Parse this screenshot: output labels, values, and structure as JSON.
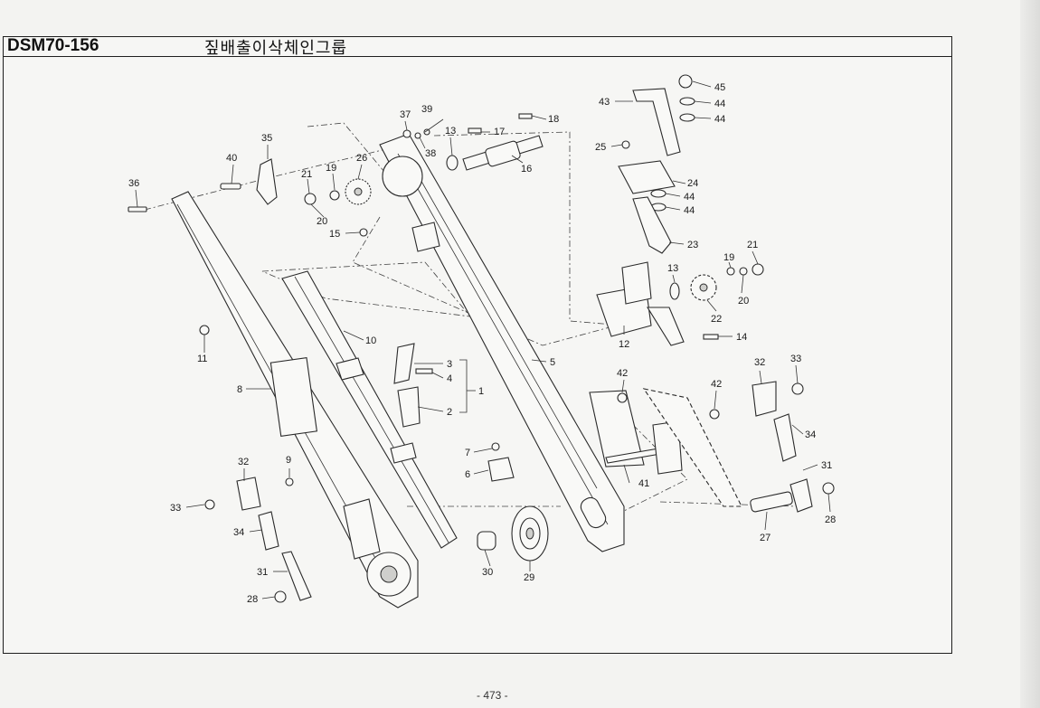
{
  "header": {
    "model_code": "DSM70-156",
    "group_title": "짚배출이삭체인그룹"
  },
  "footer": {
    "page_number": "- 473 -"
  },
  "callouts": [
    {
      "id": "c1",
      "label": "1"
    },
    {
      "id": "c2",
      "label": "2"
    },
    {
      "id": "c3",
      "label": "3"
    },
    {
      "id": "c4",
      "label": "4"
    },
    {
      "id": "c5",
      "label": "5"
    },
    {
      "id": "c6",
      "label": "6"
    },
    {
      "id": "c7",
      "label": "7"
    },
    {
      "id": "c8",
      "label": "8"
    },
    {
      "id": "c9",
      "label": "9"
    },
    {
      "id": "c10",
      "label": "10"
    },
    {
      "id": "c11",
      "label": "11"
    },
    {
      "id": "c12",
      "label": "12"
    },
    {
      "id": "c13a",
      "label": "13"
    },
    {
      "id": "c13b",
      "label": "13"
    },
    {
      "id": "c14",
      "label": "14"
    },
    {
      "id": "c15",
      "label": "15"
    },
    {
      "id": "c16",
      "label": "16"
    },
    {
      "id": "c17",
      "label": "17"
    },
    {
      "id": "c18",
      "label": "18"
    },
    {
      "id": "c19a",
      "label": "19"
    },
    {
      "id": "c19b",
      "label": "19"
    },
    {
      "id": "c20a",
      "label": "20"
    },
    {
      "id": "c20b",
      "label": "20"
    },
    {
      "id": "c21a",
      "label": "21"
    },
    {
      "id": "c21b",
      "label": "21"
    },
    {
      "id": "c22",
      "label": "22"
    },
    {
      "id": "c23",
      "label": "23"
    },
    {
      "id": "c24",
      "label": "24"
    },
    {
      "id": "c25",
      "label": "25"
    },
    {
      "id": "c26",
      "label": "26"
    },
    {
      "id": "c27",
      "label": "27"
    },
    {
      "id": "c28a",
      "label": "28"
    },
    {
      "id": "c28b",
      "label": "28"
    },
    {
      "id": "c29",
      "label": "29"
    },
    {
      "id": "c30",
      "label": "30"
    },
    {
      "id": "c31a",
      "label": "31"
    },
    {
      "id": "c31b",
      "label": "31"
    },
    {
      "id": "c32a",
      "label": "32"
    },
    {
      "id": "c32b",
      "label": "32"
    },
    {
      "id": "c33a",
      "label": "33"
    },
    {
      "id": "c33b",
      "label": "33"
    },
    {
      "id": "c34a",
      "label": "34"
    },
    {
      "id": "c34b",
      "label": "34"
    },
    {
      "id": "c35",
      "label": "35"
    },
    {
      "id": "c36",
      "label": "36"
    },
    {
      "id": "c37",
      "label": "37"
    },
    {
      "id": "c38",
      "label": "38"
    },
    {
      "id": "c39",
      "label": "39"
    },
    {
      "id": "c40",
      "label": "40"
    },
    {
      "id": "c41",
      "label": "41"
    },
    {
      "id": "c42a",
      "label": "42"
    },
    {
      "id": "c42b",
      "label": "42"
    },
    {
      "id": "c43",
      "label": "43"
    },
    {
      "id": "c44a",
      "label": "44"
    },
    {
      "id": "c44b",
      "label": "44"
    },
    {
      "id": "c44c",
      "label": "44"
    },
    {
      "id": "c44d",
      "label": "44"
    },
    {
      "id": "c45",
      "label": "45"
    }
  ]
}
